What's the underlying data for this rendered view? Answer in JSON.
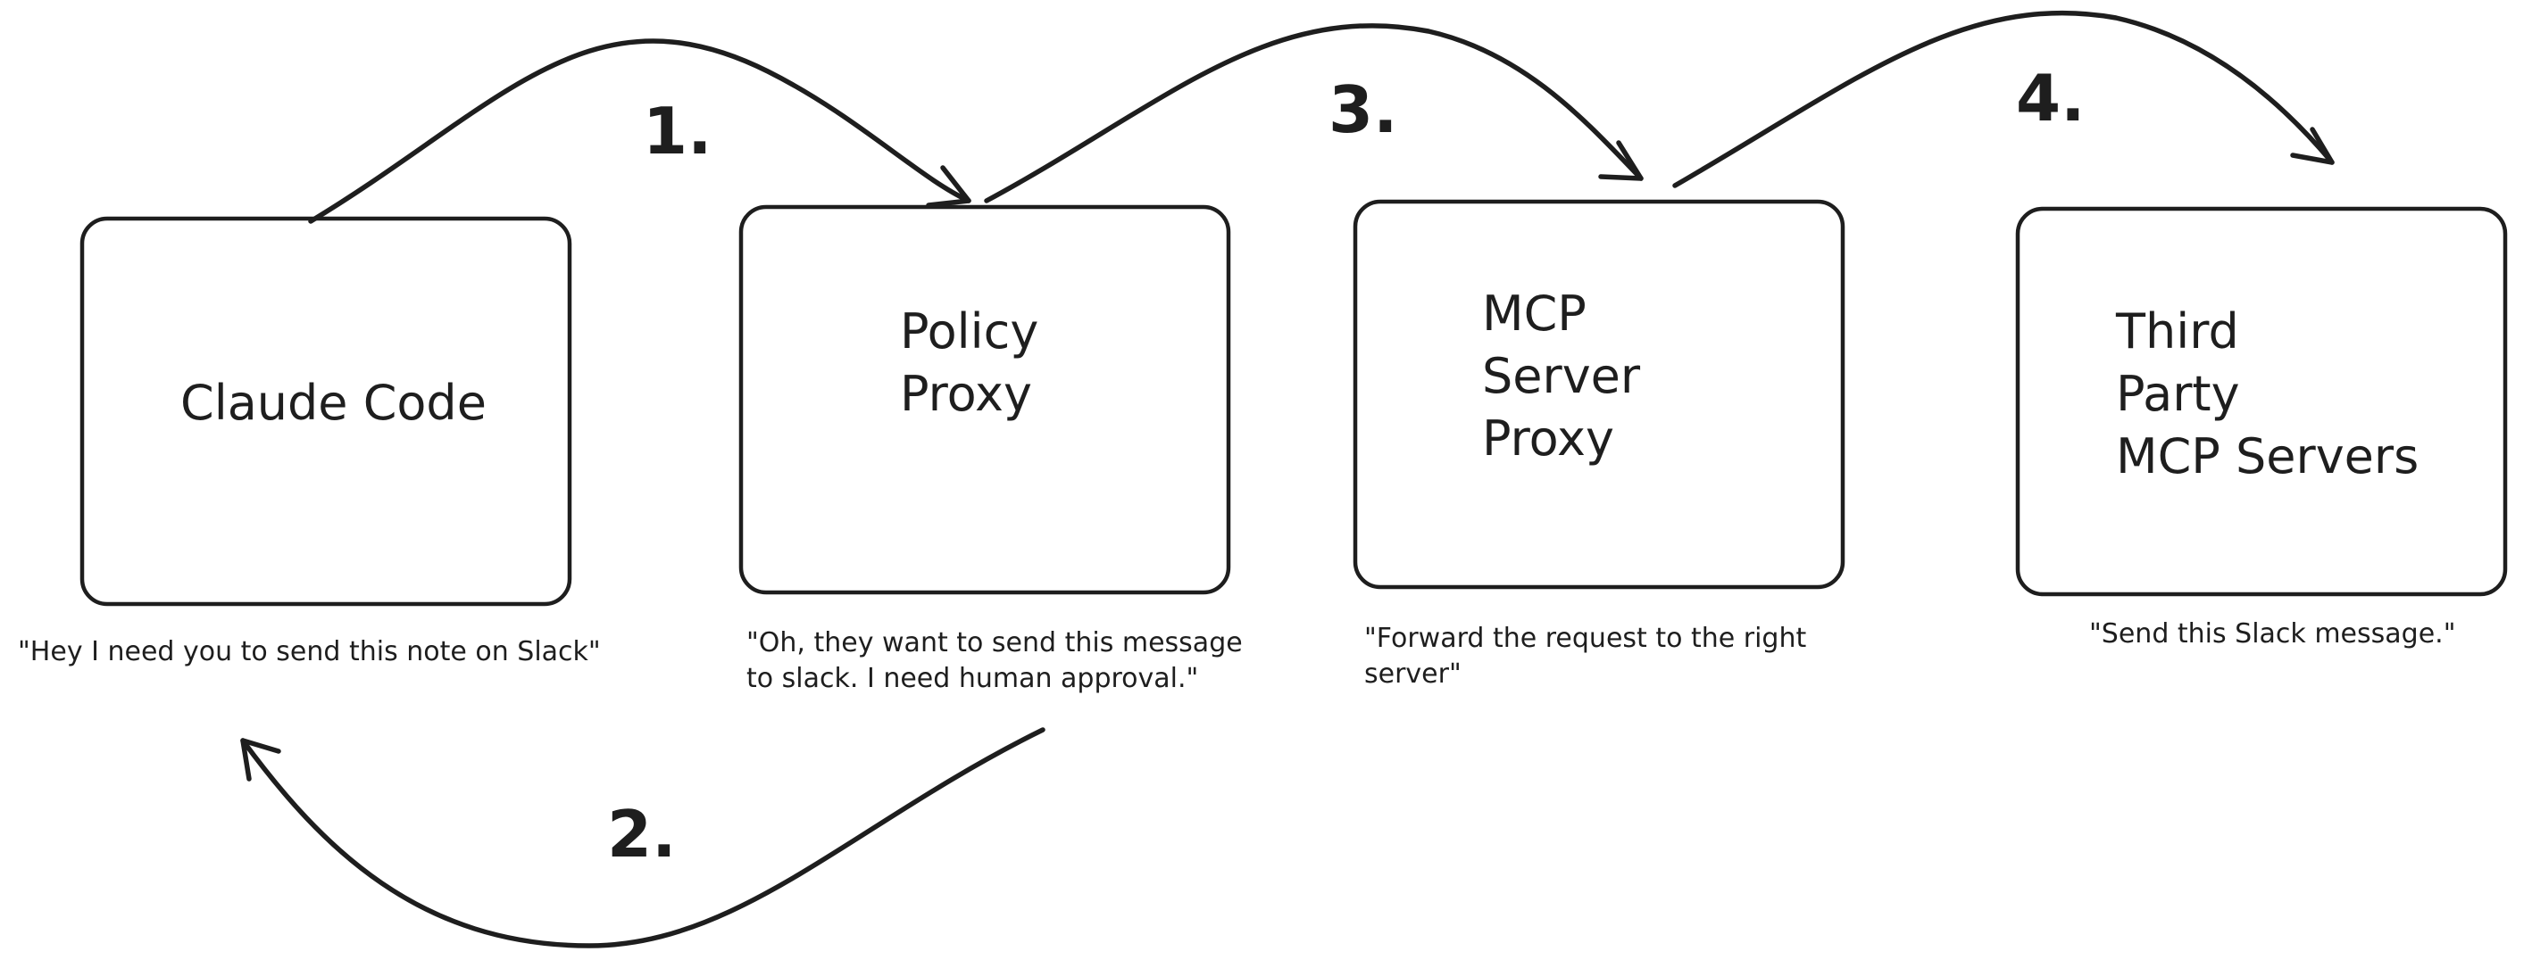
{
  "nodes": [
    {
      "id": "claude-code",
      "label_lines": [
        "Claude Code"
      ],
      "caption_lines": [
        "\"Hey I need you to send this note on Slack\""
      ]
    },
    {
      "id": "policy-proxy",
      "label_lines": [
        "Policy",
        "Proxy"
      ],
      "caption_lines": [
        "\"Oh, they want to send this message",
        "to slack. I need human approval.\""
      ]
    },
    {
      "id": "mcp-server-proxy",
      "label_lines": [
        "MCP",
        "Server",
        "Proxy"
      ],
      "caption_lines": [
        "\"Forward the request to the right",
        "server\""
      ]
    },
    {
      "id": "third-party-mcp-servers",
      "label_lines": [
        "Third",
        "Party",
        "MCP Servers"
      ],
      "caption_lines": [
        "\"Send this Slack message.\""
      ]
    }
  ],
  "edges": [
    {
      "step": "1.",
      "from": "claude-code",
      "to": "policy-proxy"
    },
    {
      "step": "2.",
      "from": "policy-proxy",
      "to": "claude-code"
    },
    {
      "step": "3.",
      "from": "policy-proxy",
      "to": "mcp-server-proxy"
    },
    {
      "step": "4.",
      "from": "mcp-server-proxy",
      "to": "third-party-mcp-servers"
    }
  ]
}
